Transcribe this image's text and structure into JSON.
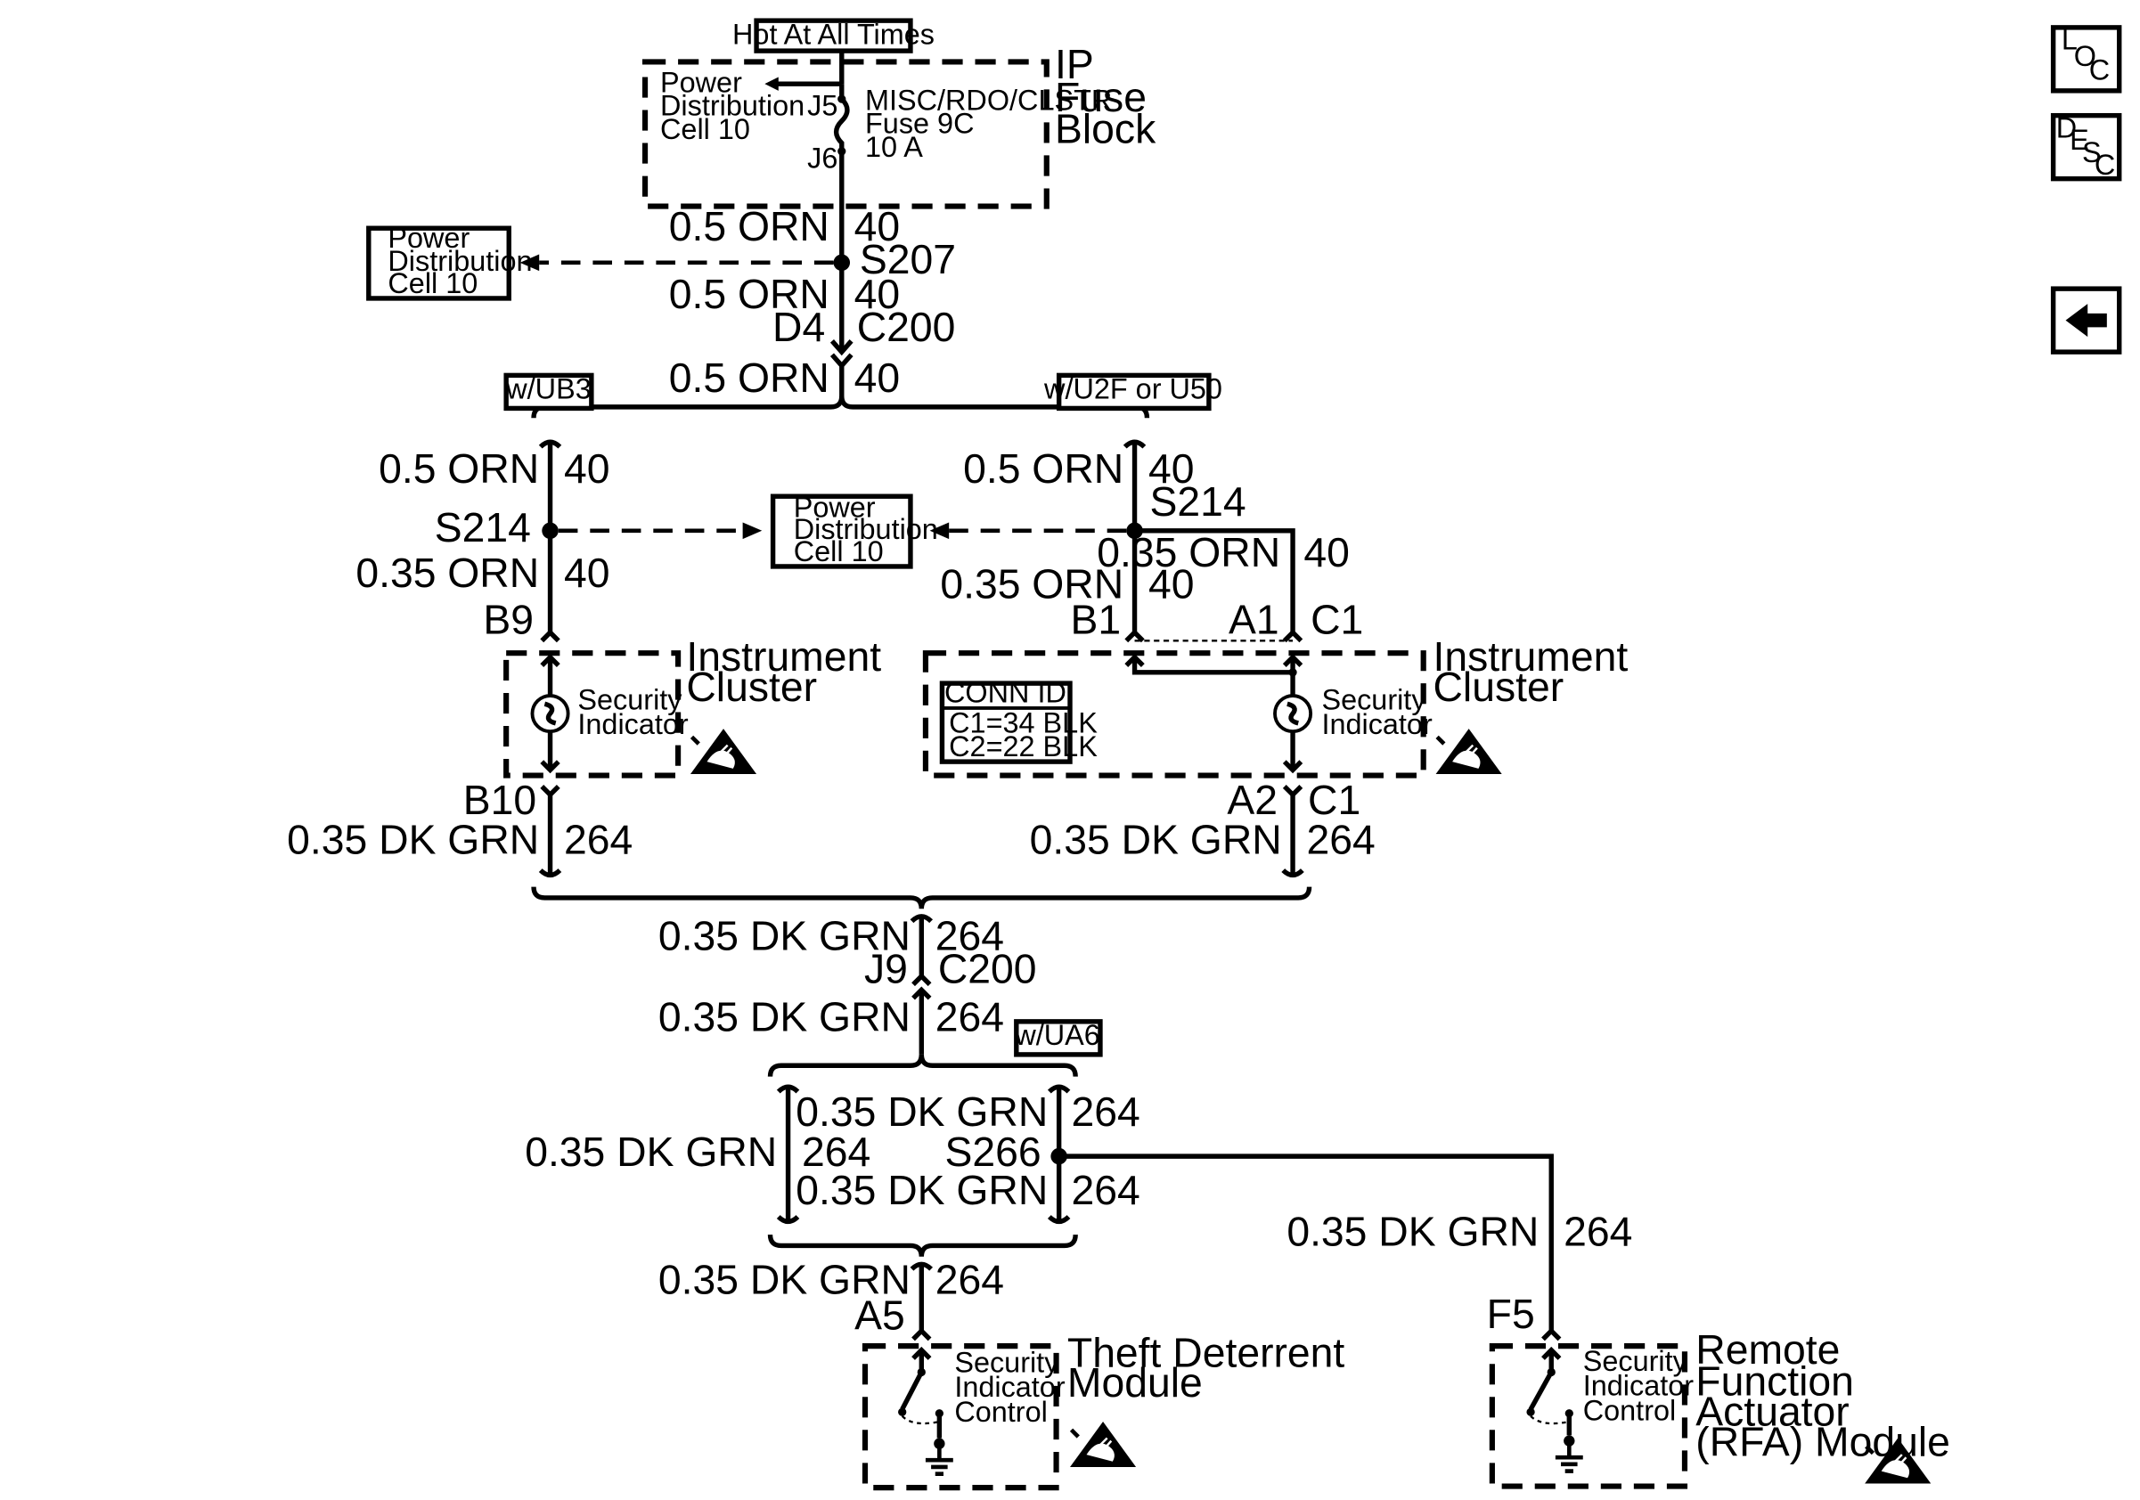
{
  "nav_buttons": {
    "loc": {
      "l": "L",
      "o": "O",
      "c": "C"
    },
    "desc": {
      "d": "D",
      "e": "E",
      "s": "S",
      "c": "C"
    },
    "back_arrow": "back-arrow-icon"
  },
  "top": {
    "hot_label": "Hot At All Times",
    "fuse_block": {
      "line1": "IP",
      "line2": "Fuse",
      "line3": "Block"
    },
    "power_dist_inner": {
      "line1": "Power",
      "line2": "Distribution",
      "line3": "Cell 10"
    },
    "fuse_name": {
      "line1": "MISC/RDO/CLSTR",
      "line2": "Fuse 9C",
      "line3": "10 A"
    },
    "j5": "J5",
    "j6": "J6",
    "w1_wire": "0.5 ORN",
    "w1_circuit": "40",
    "s207": "S207",
    "w2_wire": "0.5 ORN",
    "w2_circuit": "40",
    "d4": "D4",
    "c200a": "C200",
    "w3_wire": "0.5 ORN",
    "w3_circuit": "40"
  },
  "power_dist_left": {
    "line1": "Power",
    "line2": "Distribution",
    "line3": "Cell 10"
  },
  "power_dist_mid": {
    "line1": "Power",
    "line2": "Distribution",
    "line3": "Cell 10"
  },
  "left_branch": {
    "option": "w/UB3",
    "w1_wire": "0.5 ORN",
    "w1_circuit": "40",
    "splice": "S214",
    "w2_wire": "0.35 ORN",
    "w2_circuit": "40",
    "pin_in": "B9",
    "indicator": {
      "line1": "Security",
      "line2": "Indicator"
    },
    "module": {
      "line1": "Instrument",
      "line2": "Cluster"
    },
    "pin_out": "B10",
    "w3_wire": "0.35 DK GRN",
    "w3_circuit": "264"
  },
  "right_branch": {
    "option": "w/U2F or U50",
    "w1_wire": "0.5 ORN",
    "w1_circuit": "40",
    "splice": "S214",
    "w2a_wire": "0.35 ORN",
    "w2a_circuit": "40",
    "w2b_wire": "0.35 ORN",
    "w2b_circuit": "40",
    "pin_b1": "B1",
    "pin_a1": "A1",
    "conn_c1": "C1",
    "conn_id": {
      "title": "CONN ID",
      "c1": "C1=34 BLK",
      "c2": "C2=22 BLK"
    },
    "indicator": {
      "line1": "Security",
      "line2": "Indicator"
    },
    "module": {
      "line1": "Instrument",
      "line2": "Cluster"
    },
    "pin_a2": "A2",
    "conn_c1b": "C1",
    "w3_wire": "0.35 DK GRN",
    "w3_circuit": "264"
  },
  "lower": {
    "w1_wire": "0.35 DK GRN",
    "w1_circuit": "264",
    "j9": "J9",
    "c200b": "C200",
    "w2_wire": "0.35 DK GRN",
    "w2_circuit": "264",
    "option": "w/UA6",
    "left_wire": "0.35 DK GRN",
    "left_circuit": "264",
    "top_wire": "0.35 DK GRN",
    "top_circuit": "264",
    "splice": "S266",
    "bot_wire": "0.35 DK GRN",
    "bot_circuit": "264",
    "w3_wire": "0.35 DK GRN",
    "w3_circuit": "264",
    "pin_a5": "A5",
    "rfa_wire": "0.35 DK GRN",
    "rfa_circuit": "264",
    "pin_f5": "F5"
  },
  "theft_module": {
    "name": {
      "line1": "Theft Deterrent",
      "line2": "Module"
    },
    "control": {
      "line1": "Security",
      "line2": "Indicator",
      "line3": "Control"
    }
  },
  "rfa_module": {
    "name": {
      "line1": "Remote",
      "line2": "Function",
      "line3": "Actuator",
      "line4": "(RFA) Module"
    },
    "control": {
      "line1": "Security",
      "line2": "Indicator",
      "line3": "Control"
    }
  }
}
